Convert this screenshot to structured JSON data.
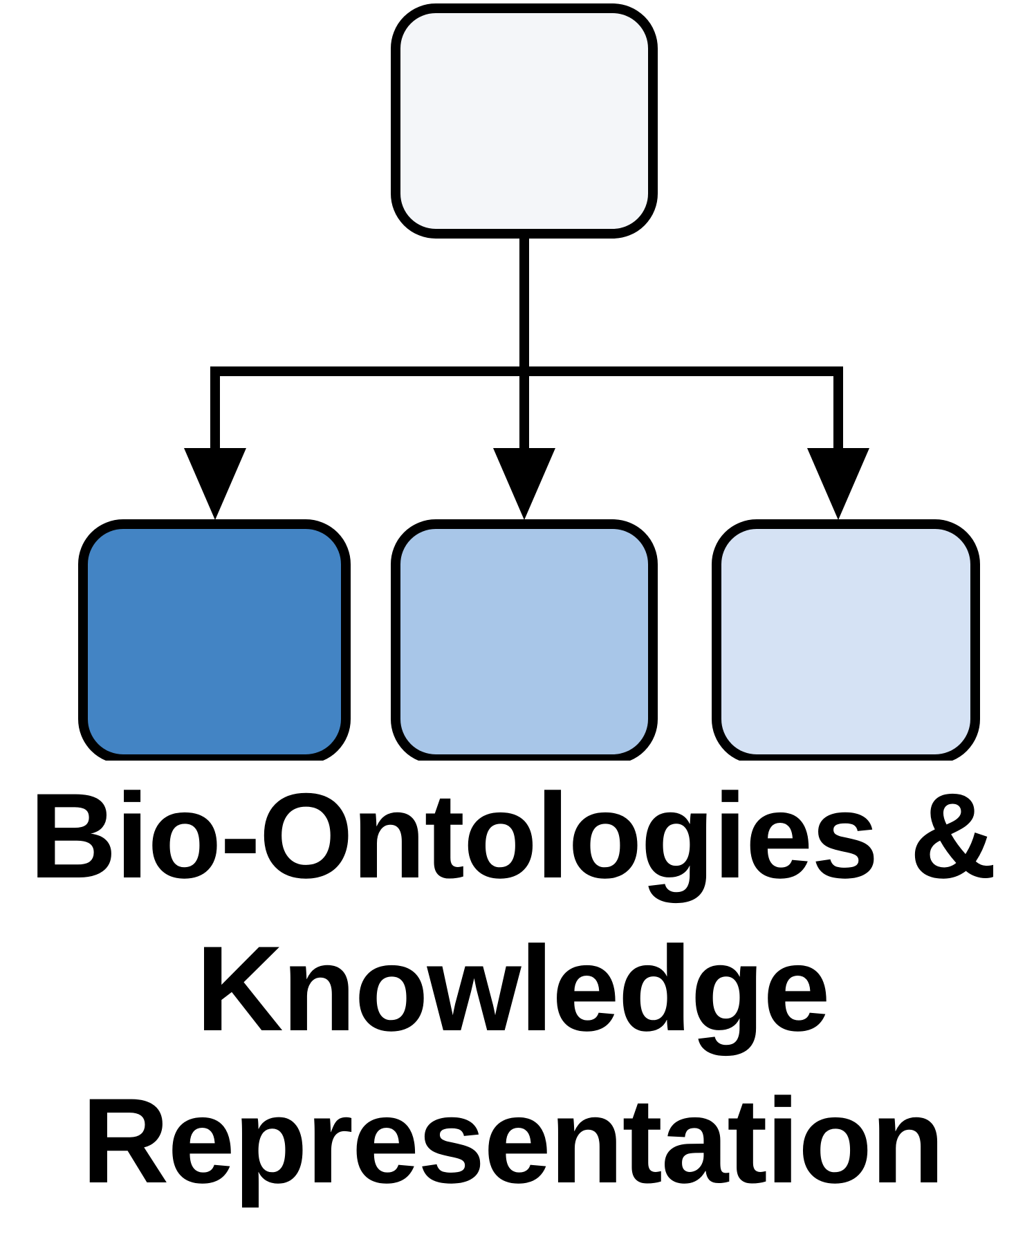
{
  "diagram": {
    "type": "hierarchy-tree",
    "line_color": "#000000",
    "root": {
      "color": "#f4f6f9"
    },
    "children": [
      {
        "color": "#4384c4"
      },
      {
        "color": "#a8c6e8"
      },
      {
        "color": "#d5e2f4"
      }
    ]
  },
  "caption": {
    "line1": "Bio-Ontologies &",
    "line2": "Knowledge",
    "line3": "Representation"
  }
}
